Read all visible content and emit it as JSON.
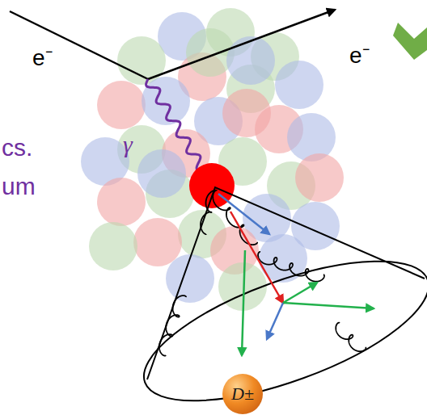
{
  "diagram": {
    "nodes": [
      {
        "text": [
          "D±"
        ]
      }
    ],
    "labels": [
      "e⁻",
      "e⁻",
      "γ",
      "cs.",
      "um"
    ]
  }
}
